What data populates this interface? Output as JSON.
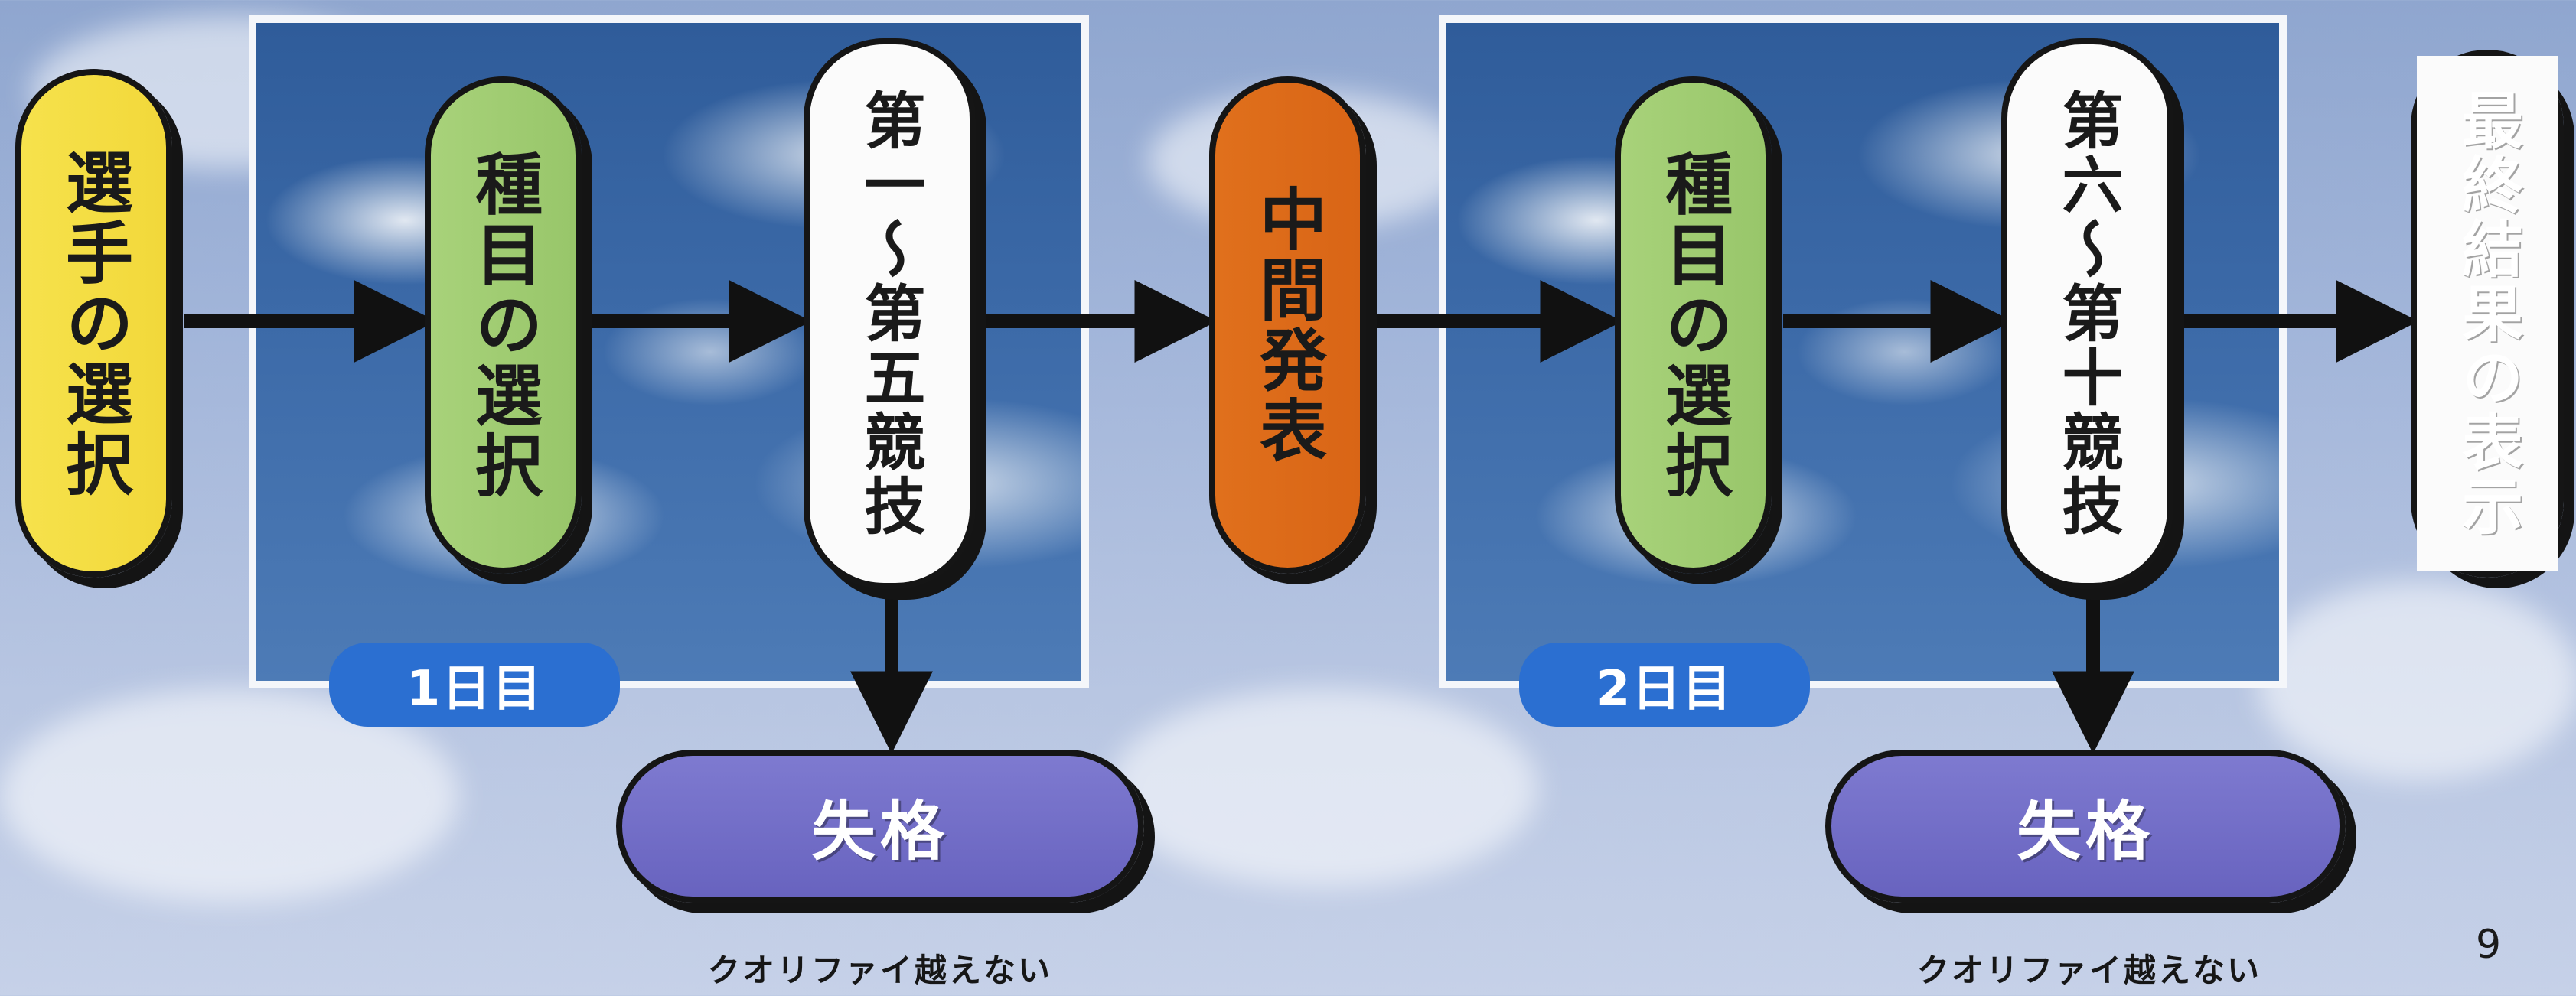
{
  "nodes": {
    "select_player": "選手の選択",
    "select_event_1": "種目の選択",
    "events_1_5": "第一〜第五競技",
    "midterm": "中間発表",
    "select_event_2": "種目の選択",
    "events_6_10": "第六〜第十競技",
    "final_result": "最終結果の表示"
  },
  "days": {
    "day1": "1日目",
    "day2": "2日目"
  },
  "disqualified": {
    "label": "失格",
    "caption": "クオリファイ越えない"
  },
  "page_number": "9",
  "colors": {
    "yellow": "#f2d83a",
    "green": "#98c66a",
    "white": "#fbfbfb",
    "orange": "#d96516",
    "red": "#c84c15",
    "purple": "#6863bf",
    "day_tab": "#2b6fd1"
  }
}
